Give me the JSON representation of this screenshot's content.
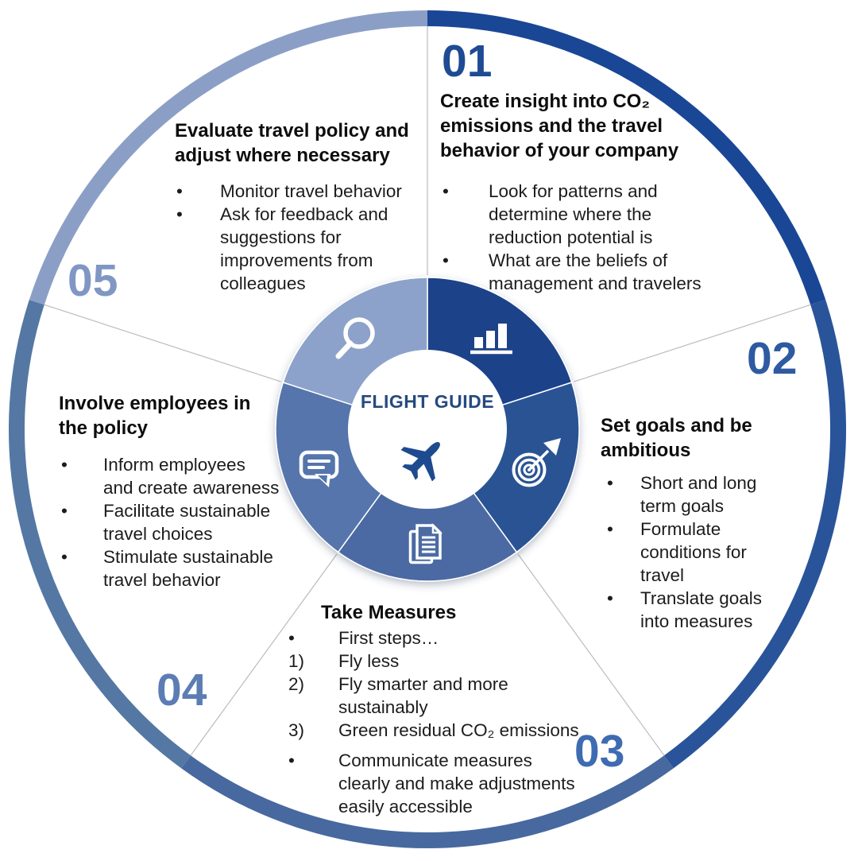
{
  "center": {
    "label": "FLIGHT GUIDE",
    "icon": "airplane-icon"
  },
  "colors": {
    "center_label": "#254a80",
    "plane": "#1e4b8f",
    "divider": "#b9bcc0",
    "body_text": "#1c1c1c",
    "title_text": "#0d0d0d",
    "s1": {
      "segment": "#1c4289",
      "arc": "#1a4696",
      "number": "#1f4a94"
    },
    "s2": {
      "segment": "#2b5394",
      "arc": "#2a549a",
      "number": "#2e5aa1"
    },
    "s3": {
      "segment": "#4c6ba3",
      "arc": "#47699f",
      "number": "#3e6bb1"
    },
    "s4": {
      "segment": "#5474ac",
      "arc": "#5478a3",
      "number": "#5c7db4"
    },
    "s5": {
      "segment": "#8ca2cb",
      "arc": "#8b9fc6",
      "number": "#8097c4"
    }
  },
  "sections": [
    {
      "number": "01",
      "icon": "bar-chart-icon",
      "title": "Create insight into CO₂\nemissions and the travel\nbehavior of your company",
      "items": [
        {
          "marker": "•",
          "text": "Look for patterns and\ndetermine where the\nreduction potential is"
        },
        {
          "marker": "•",
          "text": "What are the beliefs of\nmanagement and travelers"
        }
      ]
    },
    {
      "number": "02",
      "icon": "target-icon",
      "title": "Set goals and be\nambitious",
      "items": [
        {
          "marker": "•",
          "text": "Short and long\nterm goals"
        },
        {
          "marker": "•",
          "text": "Formulate\nconditions for\ntravel"
        },
        {
          "marker": "•",
          "text": "Translate goals\ninto measures"
        }
      ]
    },
    {
      "number": "03",
      "icon": "documents-icon",
      "title": "Take Measures",
      "items": [
        {
          "marker": "•",
          "text": "First steps…"
        },
        {
          "marker": "1)",
          "text": "Fly less"
        },
        {
          "marker": "2)",
          "text": "Fly smarter and more\nsustainably"
        },
        {
          "marker": "3)",
          "text": "Green residual CO₂ emissions"
        },
        {
          "marker": "•",
          "text": "Communicate measures\nclearly and make adjustments\neasily accessible"
        }
      ]
    },
    {
      "number": "04",
      "icon": "speech-bubble-icon",
      "title": "Involve employees in\nthe policy",
      "items": [
        {
          "marker": "•",
          "text": "Inform employees\nand create awareness"
        },
        {
          "marker": "•",
          "text": "Facilitate sustainable\ntravel choices"
        },
        {
          "marker": "•",
          "text": "Stimulate sustainable\ntravel behavior"
        }
      ]
    },
    {
      "number": "05",
      "icon": "magnifier-icon",
      "title": "Evaluate travel policy and\nadjust where necessary",
      "items": [
        {
          "marker": "•",
          "text": "Monitor travel behavior"
        },
        {
          "marker": "•",
          "text": "Ask for feedback and\nsuggestions for\nimprovements from\ncolleagues"
        }
      ]
    }
  ]
}
